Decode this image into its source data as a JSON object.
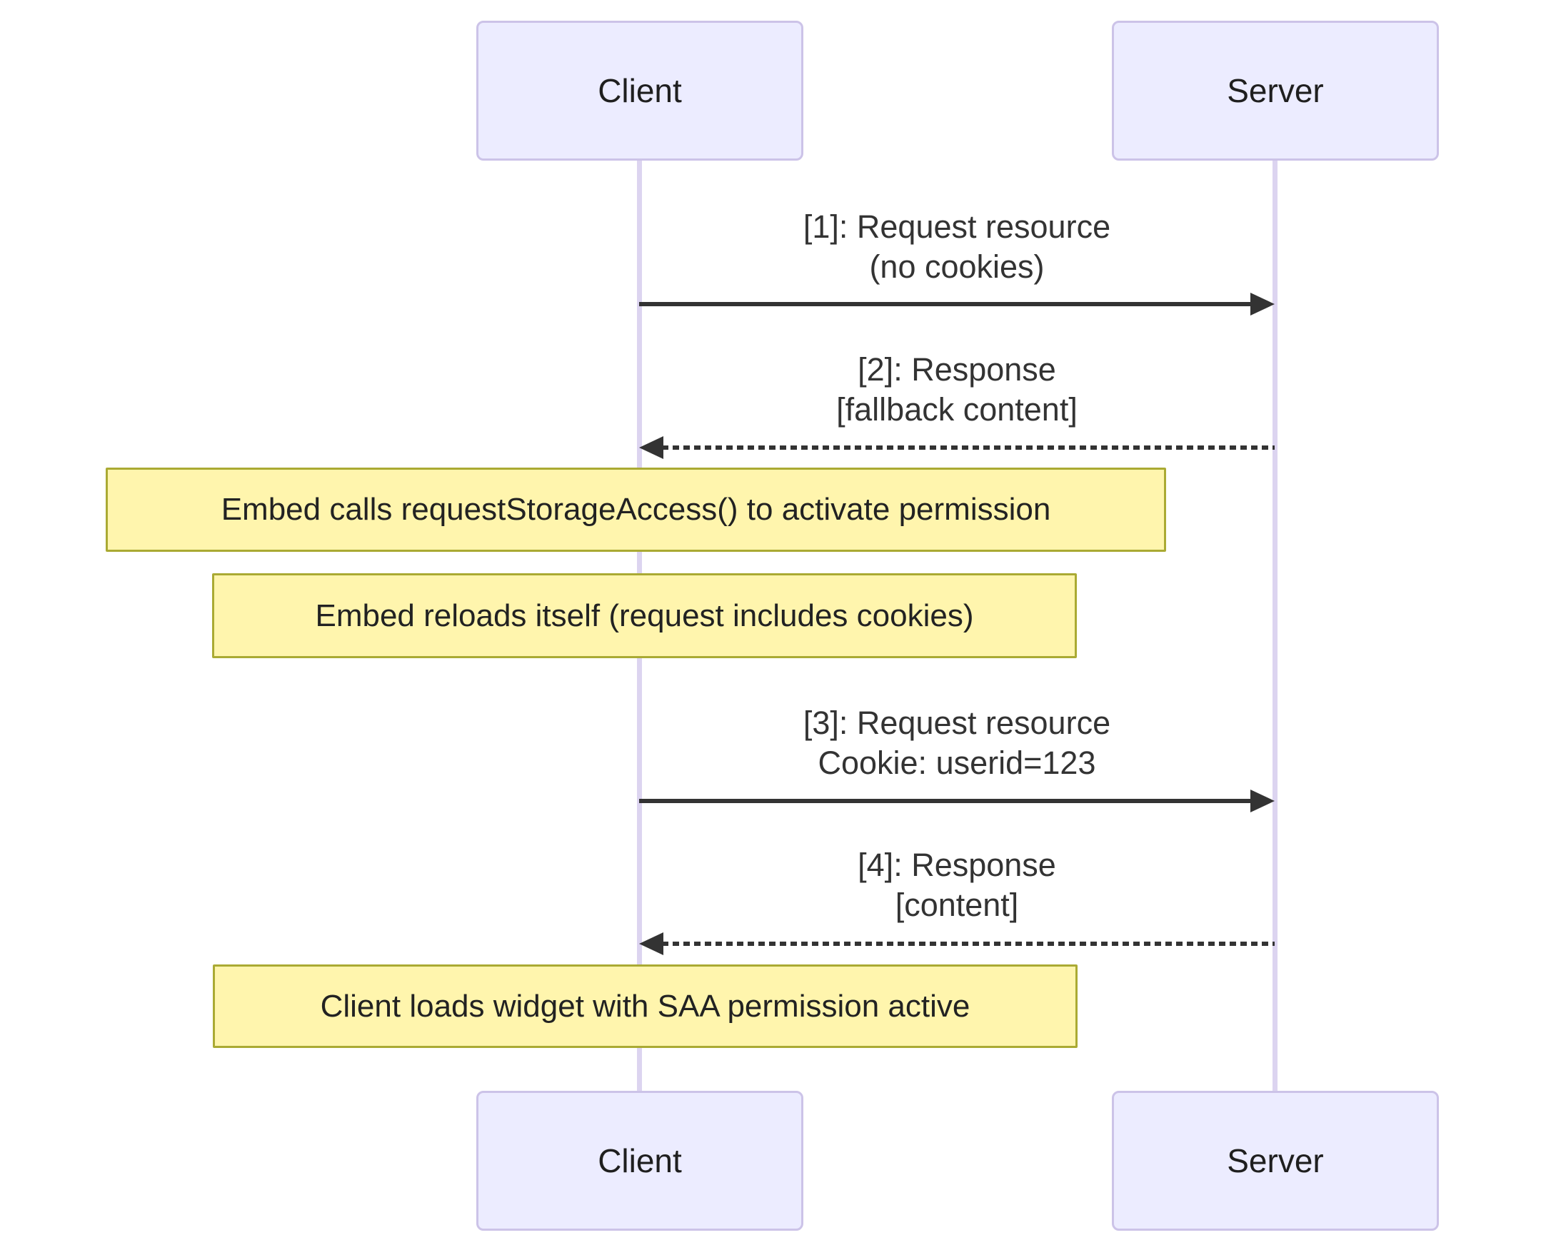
{
  "diagram_type": "sequence-diagram",
  "actors": {
    "client": {
      "label": "Client"
    },
    "server": {
      "label": "Server"
    }
  },
  "messages": [
    {
      "line1": "[1]: Request resource",
      "line2": "(no cookies)",
      "style": "solid",
      "from": "Client",
      "to": "Server"
    },
    {
      "line1": "[2]: Response",
      "line2": "[fallback content]",
      "style": "dotted",
      "from": "Server",
      "to": "Client"
    },
    {
      "line1": "[3]: Request resource",
      "line2": "Cookie: userid=123",
      "style": "solid",
      "from": "Client",
      "to": "Server"
    },
    {
      "line1": "[4]: Response",
      "line2": "[content]",
      "style": "dotted",
      "from": "Server",
      "to": "Client"
    }
  ],
  "notes": [
    {
      "text": "Embed calls requestStorageAccess() to activate permission"
    },
    {
      "text": "Embed reloads itself (request includes cookies)"
    },
    {
      "text": "Client loads widget with SAA permission active"
    }
  ],
  "palette": {
    "actor_fill": "#ECECFF",
    "actor_border": "#CCC3E8",
    "lifeline": "#DCD4F0",
    "note_fill": "#FFF5AD",
    "note_border": "#AAAA33",
    "arrow": "#333333",
    "message_text": "#333333"
  }
}
